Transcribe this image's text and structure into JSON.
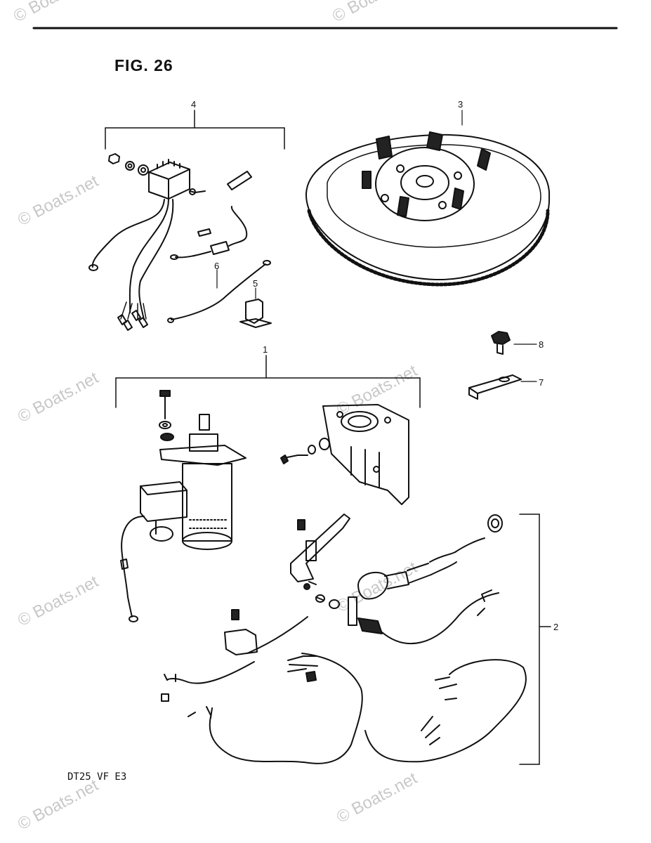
{
  "figure": {
    "title": "FIG. 26",
    "model_code": "DT25  VF  E3"
  },
  "callouts": {
    "c1": "1",
    "c2": "2",
    "c3": "3",
    "c4": "4",
    "c5": "5",
    "c6": "6",
    "c7": "7",
    "c8": "8"
  },
  "watermark": "© Boats.net",
  "parts": {
    "p1": "starter motor and bracket group",
    "p2": "wiring harness group",
    "p3": "flywheel",
    "p4": "rectifier and wiring group",
    "p5": "clip",
    "p6": "lead wire",
    "p7": "plate",
    "p8": "bolt"
  }
}
